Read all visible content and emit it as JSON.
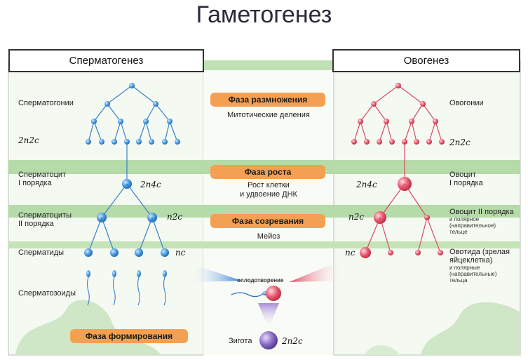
{
  "title": "Гаметогенез",
  "headers": {
    "left": "Сперматогенез",
    "right": "Овогенез"
  },
  "left_labels": {
    "spermatogonia": "Сперматогонии",
    "spermatocyte1_a": "Сперматоцит",
    "spermatocyte1_b": "I порядка",
    "spermatocytes2_a": "Сперматоциты",
    "spermatocytes2_b": "II порядка",
    "spermatids": "Сперматиды",
    "spermatozoa": "Сперматозоиды"
  },
  "right_labels": {
    "oogonia": "Овогонии",
    "oocyte1_a": "Овоцит",
    "oocyte1_b": "I порядка",
    "oocyte2": "Овоцит II порядка",
    "oocyte2_note_a": "и полярное",
    "oocyte2_note_b": "(направительное)",
    "oocyte2_note_c": "тельце",
    "ootid_a": "Овотида (зрелая",
    "ootid_b": "яйцеклетка)",
    "ootid_note_a": "и полярные",
    "ootid_note_b": "(направительные)",
    "ootid_note_c": "тельца"
  },
  "formulas": {
    "f2n2c": "2n2c",
    "f2n4c": "2n4c",
    "fn2c": "n2c",
    "fnc": "nc"
  },
  "phases": {
    "multiplication": "Фаза размножения",
    "multiplication_desc": "Митотические деления",
    "growth": "Фаза роста",
    "growth_desc_a": "Рост клетки",
    "growth_desc_b": "и удвоение ДНК",
    "maturation": "Фаза созревания",
    "maturation_desc": "Мейоз",
    "formation": "Фаза формирования"
  },
  "fertilization": "оплодотворение",
  "zygote": "Зигота",
  "colors": {
    "band_green": "#a6d59a",
    "sperm_blue": "#3a8fd8",
    "egg_red": "#e0475d",
    "phase_orange": "#f4a053",
    "zygote_purple": "#7a5bb0"
  }
}
